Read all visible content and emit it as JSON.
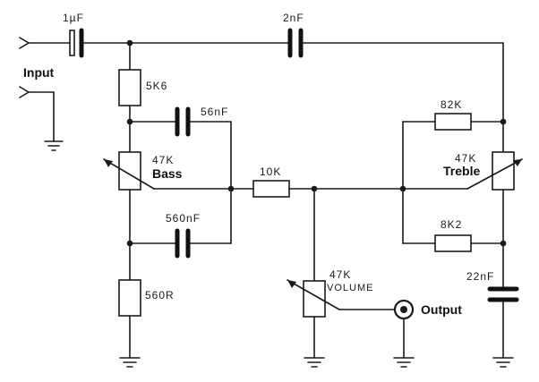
{
  "labels": {
    "input": "Input",
    "c_in": "1µF",
    "c_2n": "2nF",
    "r_5k6": "5K6",
    "c_56n": "56nF",
    "bass_value": "47K",
    "bass_name": "Bass",
    "r_10k": "10K",
    "c_560n": "560nF",
    "r_560": "560R",
    "volume_value": "47K",
    "volume_name": "VOLUME",
    "output": "Output",
    "r_82k": "82K",
    "treble_value": "47K",
    "treble_name": "Treble",
    "r_8k2": "8K2",
    "c_22n": "22nF"
  }
}
